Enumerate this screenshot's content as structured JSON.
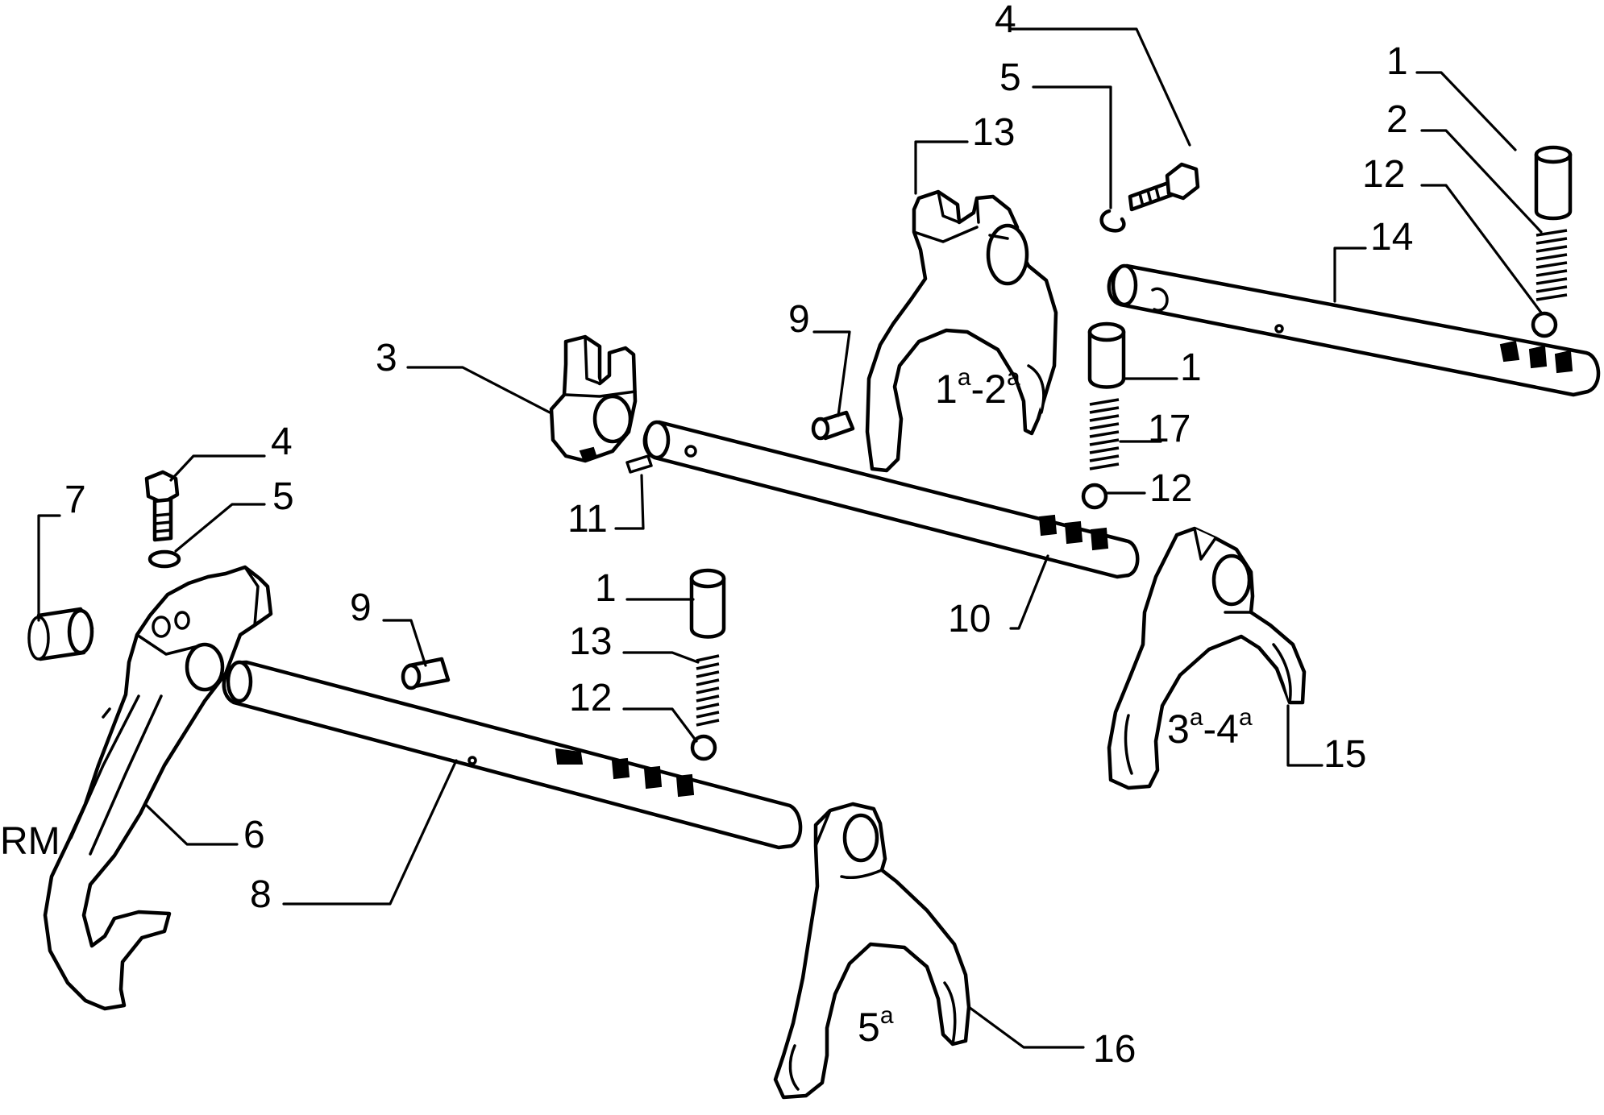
{
  "labels": {
    "l4_top": "4",
    "l5_top": "5",
    "l13_top": "13",
    "l1_top": "1",
    "l2_top": "2",
    "l12_top": "12",
    "l14": "14",
    "l9_top": "9",
    "l3": "3",
    "l1_mid": "1",
    "l17": "17",
    "l12_mid": "12",
    "l11": "11",
    "l10": "10",
    "l4_left": "4",
    "l5_left": "5",
    "l7": "7",
    "l9_mid": "9",
    "l1_low": "1",
    "l13_low": "13",
    "l12_low": "12",
    "l15": "15",
    "l6": "6",
    "l8": "8",
    "l16": "16",
    "rm": "RM"
  },
  "gears": {
    "g12": {
      "a": "1",
      "sup_a": "a",
      "dash": "-",
      "b": "2",
      "sup_b": "a"
    },
    "g34": {
      "a": "3",
      "sup_a": "a",
      "dash": "-",
      "b": "4",
      "sup_b": "a"
    },
    "g5": {
      "a": "5",
      "sup_a": "a"
    }
  }
}
